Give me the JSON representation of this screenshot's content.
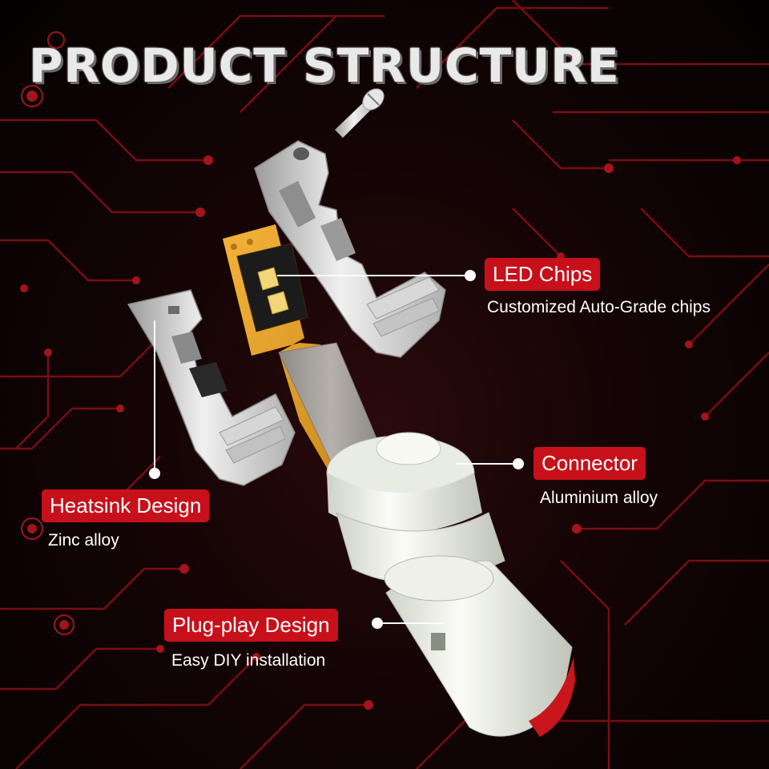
{
  "title": "PRODUCT STRUCTURE",
  "callouts": {
    "led": {
      "label": "LED Chips",
      "desc": "Customized Auto-Grade chips"
    },
    "connector": {
      "label": "Connector",
      "desc": "Aluminium alloy"
    },
    "heatsink": {
      "label": "Heatsink Design",
      "desc": "Zinc alloy"
    },
    "plug": {
      "label": "Plug-play Design",
      "desc": "Easy DIY installation"
    }
  },
  "colors": {
    "accent": "#c8101a",
    "circuit": "#7a0d12",
    "background": "#0a0203"
  }
}
